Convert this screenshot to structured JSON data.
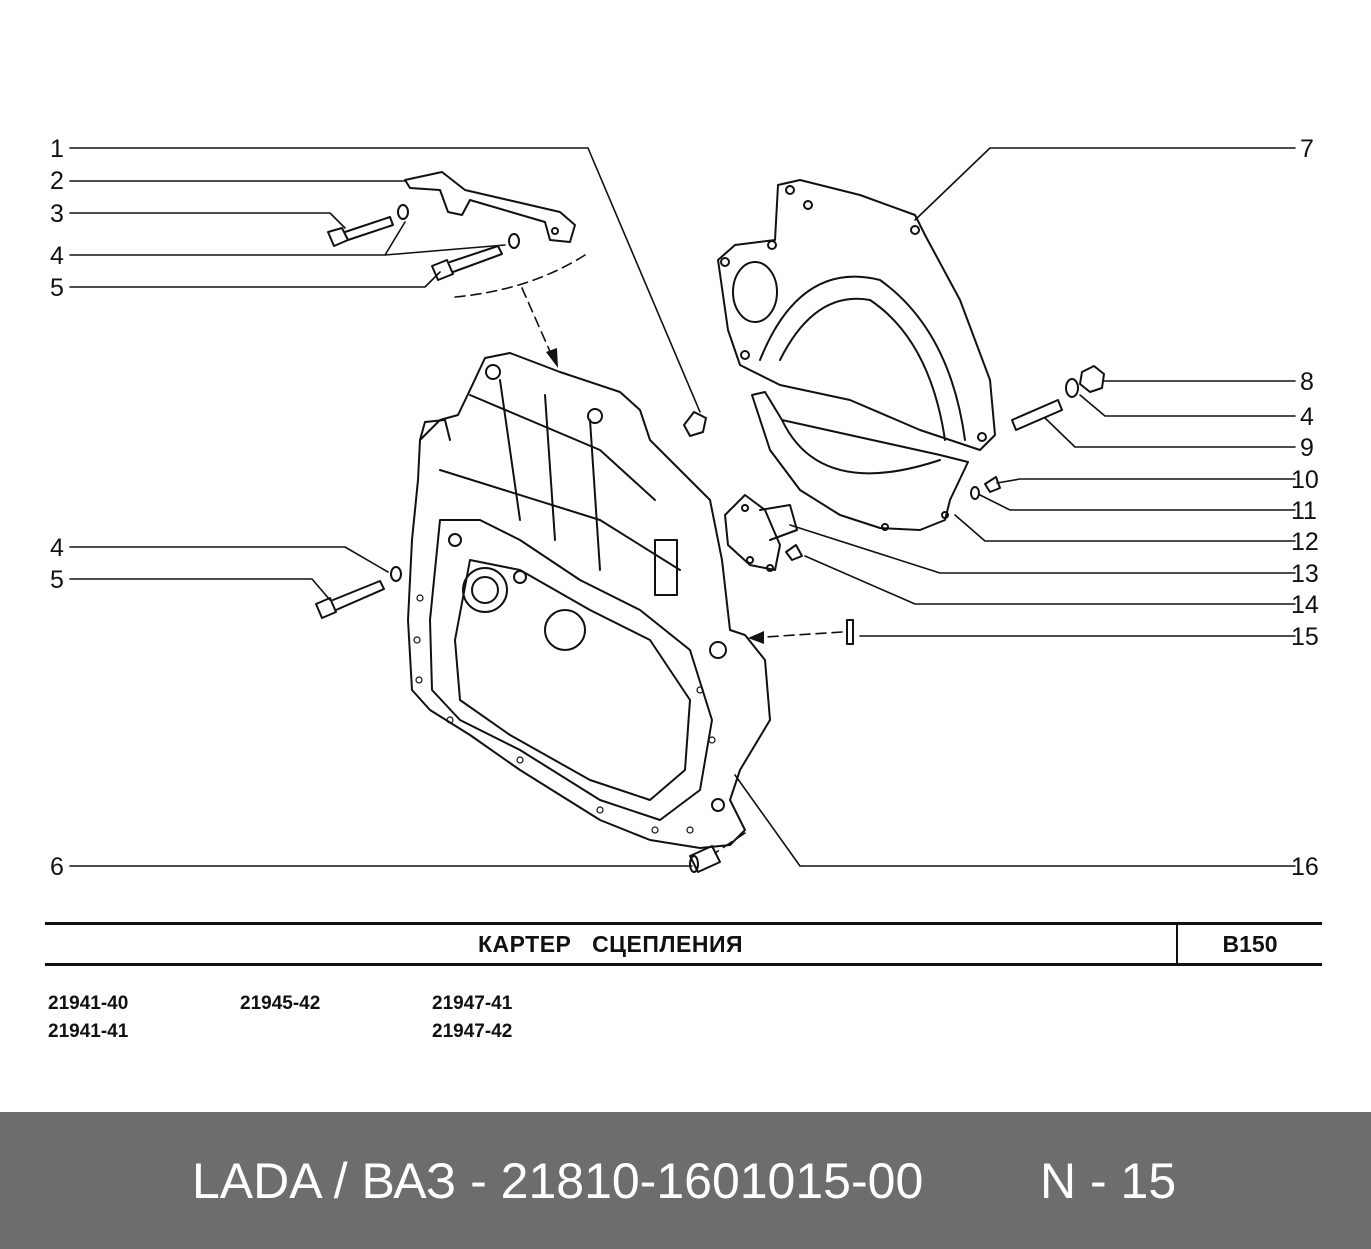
{
  "diagram": {
    "callouts": [
      {
        "id": "c1",
        "label": "1"
      },
      {
        "id": "c2",
        "label": "2"
      },
      {
        "id": "c3",
        "label": "3"
      },
      {
        "id": "c4a",
        "label": "4"
      },
      {
        "id": "c5a",
        "label": "5"
      },
      {
        "id": "c4b",
        "label": "4"
      },
      {
        "id": "c5b",
        "label": "5"
      },
      {
        "id": "c6",
        "label": "6"
      },
      {
        "id": "c7",
        "label": "7"
      },
      {
        "id": "c8",
        "label": "8"
      },
      {
        "id": "c4c",
        "label": "4"
      },
      {
        "id": "c9",
        "label": "9"
      },
      {
        "id": "c10",
        "label": "10"
      },
      {
        "id": "c11",
        "label": "11"
      },
      {
        "id": "c12",
        "label": "12"
      },
      {
        "id": "c13",
        "label": "13"
      },
      {
        "id": "c14",
        "label": "14"
      },
      {
        "id": "c15",
        "label": "15"
      },
      {
        "id": "c16",
        "label": "16"
      }
    ]
  },
  "title_bar": {
    "title": "КАРТЕР   СЦЕПЛЕНИЯ",
    "code": "В150"
  },
  "models": {
    "col1": [
      "21941-40",
      "21941-41"
    ],
    "col2": [
      "21945-42"
    ],
    "col3": [
      "21947-41",
      "21947-42"
    ]
  },
  "footer": {
    "part_number": "LADA / ВАЗ - 21810-1601015-00",
    "page": "N - 15"
  }
}
